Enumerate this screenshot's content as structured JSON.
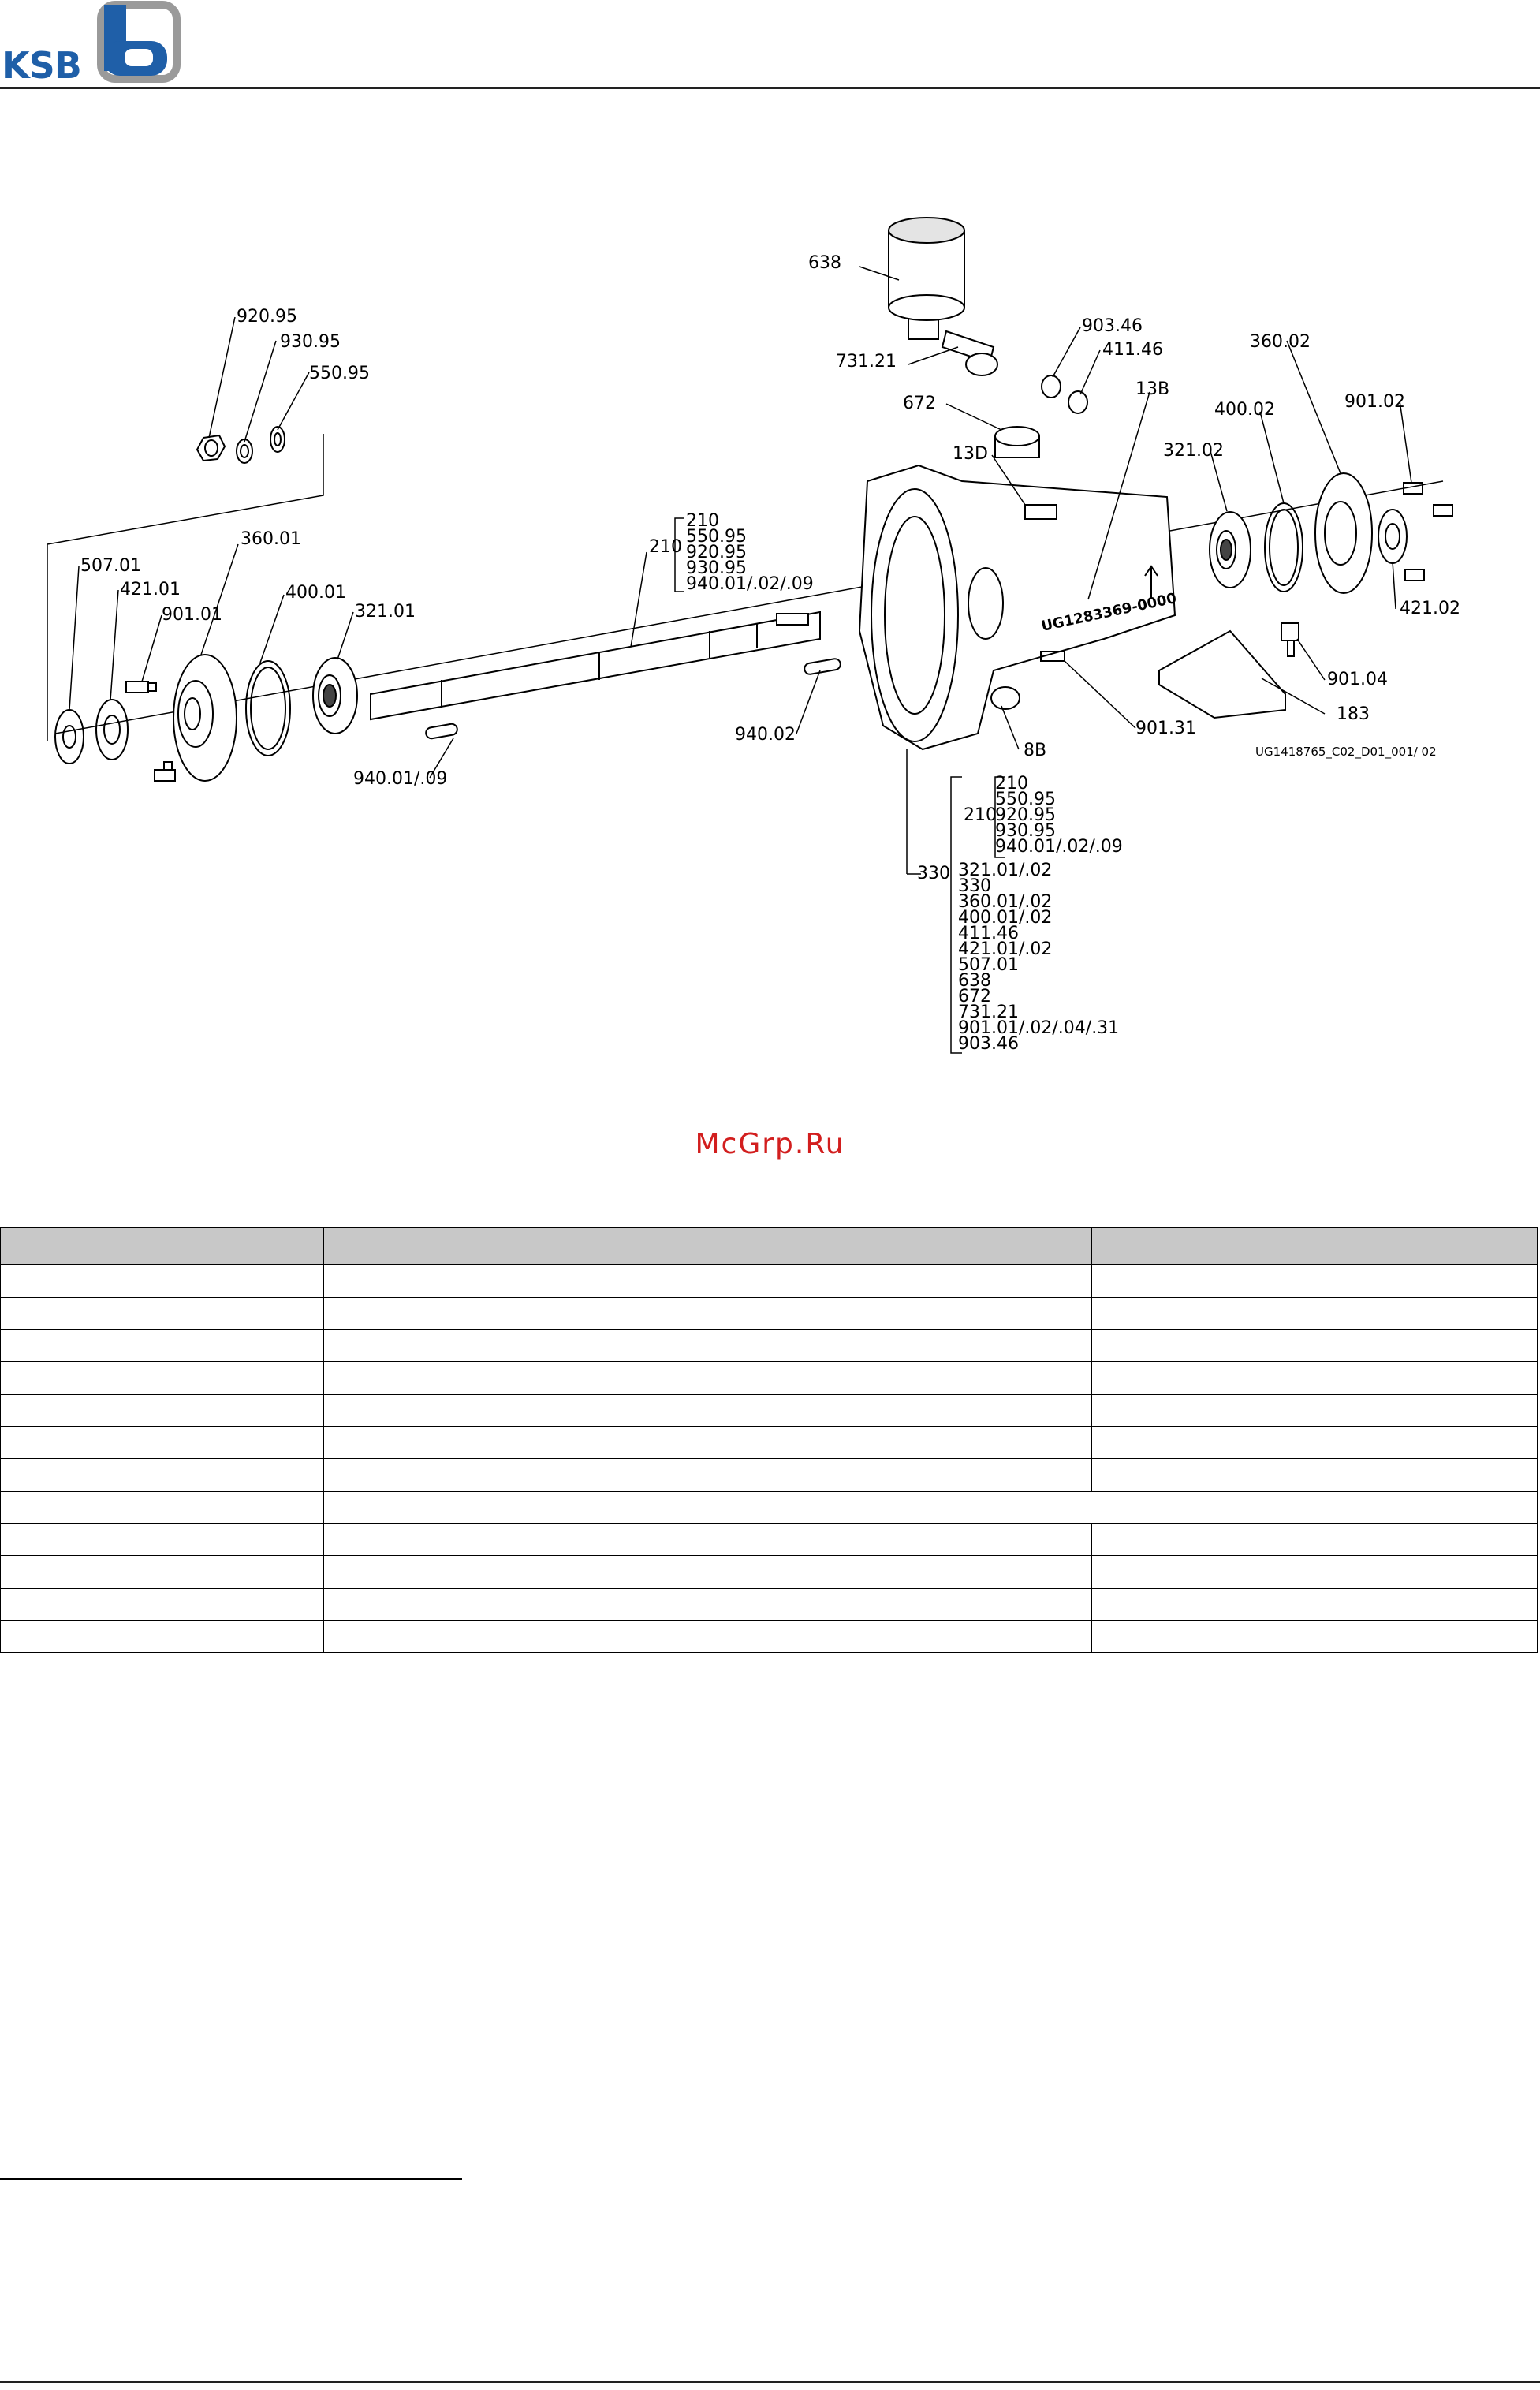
{
  "header": {
    "logo_text": "KSB"
  },
  "watermark": "McGrp.Ru",
  "drawing": {
    "drawing_number": "UG1418765_C02_D01_001/ 02",
    "casing_marking": "UG1283369-0000",
    "labels": {
      "l_920_95": "920.95",
      "l_930_95": "930.95",
      "l_550_95": "550.95",
      "l_360_01": "360.01",
      "l_507_01": "507.01",
      "l_421_01": "421.01",
      "l_901_01": "901.01",
      "l_400_01": "400.01",
      "l_321_01": "321.01",
      "l_940_01_09": "940.01/.09",
      "l_210": "210",
      "l_638": "638",
      "l_731_21": "731.21",
      "l_903_46": "903.46",
      "l_411_46": "411.46",
      "l_672": "672",
      "l_13d": "13D",
      "l_13b": "13B",
      "l_360_02": "360.02",
      "l_400_02": "400.02",
      "l_321_02": "321.02",
      "l_901_02": "901.02",
      "l_421_02": "421.02",
      "l_940_02": "940.02",
      "l_8b": "8B",
      "l_901_31": "901.31",
      "l_901_04": "901.04",
      "l_183": "183",
      "l_330": "330"
    },
    "shaft_group": {
      "label": "210",
      "items": [
        "210",
        "550.95",
        "920.95",
        "930.95",
        "940.01/.02/.09"
      ]
    },
    "casing_subgroup": {
      "label": "210",
      "items": [
        "210",
        "550.95",
        "920.95",
        "930.95",
        "940.01/.02/.09"
      ]
    },
    "casing_group": {
      "label": "330",
      "items": [
        "321.01/.02",
        "330",
        "360.01/.02",
        "400.01/.02",
        "411.46",
        "421.01/.02",
        "507.01",
        "638",
        "672",
        "731.21",
        "901.01/.02/.04/.31",
        "903.46"
      ]
    }
  },
  "table": {
    "rows": [
      [
        "",
        "",
        "",
        ""
      ],
      [
        "",
        "",
        "",
        ""
      ],
      [
        "",
        "",
        "",
        ""
      ],
      [
        "",
        "",
        "",
        ""
      ],
      [
        "",
        "",
        "",
        ""
      ],
      [
        "",
        "",
        "",
        ""
      ],
      [
        "",
        "",
        "",
        ""
      ],
      [
        "",
        "",
        "",
        ""
      ],
      [
        "",
        "",
        "",
        ""
      ],
      [
        "",
        "",
        "",
        ""
      ],
      [
        "",
        "",
        "",
        ""
      ],
      [
        "",
        "",
        "",
        ""
      ],
      [
        "",
        "",
        "",
        ""
      ]
    ]
  },
  "colors": {
    "logo_blue": "#1f5fa8",
    "logo_gray": "#9a9a9a",
    "watermark_red": "#d21e1e",
    "table_header_gray": "#c8c8c8"
  }
}
